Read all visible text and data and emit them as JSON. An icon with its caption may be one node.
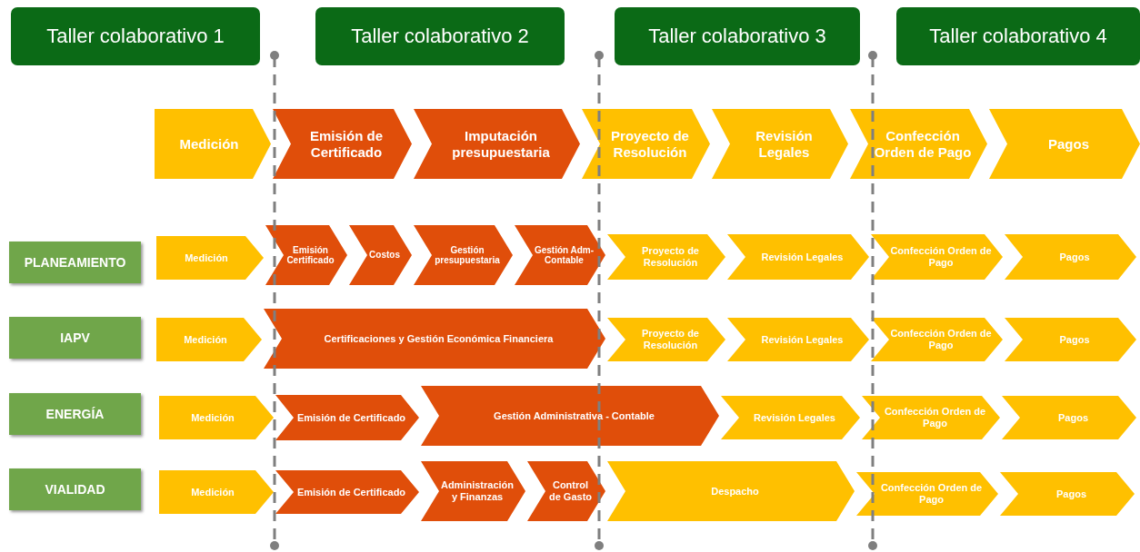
{
  "diagram": {
    "nodes": [
      {
        "text": [
          "Taller colaborativo 1"
        ]
      },
      {
        "text": [
          "Taller colaborativo 2"
        ]
      },
      {
        "text": [
          "Taller colaborativo 3"
        ]
      },
      {
        "text": [
          "Taller colaborativo 4"
        ]
      },
      {
        "text": [
          "Medición"
        ]
      },
      {
        "text": [
          "Emisión de Certificado"
        ]
      },
      {
        "text": [
          "Imputación presupuestaria"
        ]
      },
      {
        "text": [
          "Proyecto de Resolución"
        ]
      },
      {
        "text": [
          "Revisión Legales"
        ]
      },
      {
        "text": [
          "Confección Orden de Pago"
        ]
      },
      {
        "text": [
          "Pagos"
        ]
      },
      {
        "text": [
          "PLANEAMIENTO"
        ]
      },
      {
        "text": [
          "Medición"
        ]
      },
      {
        "text": [
          "Emisión Certificado"
        ]
      },
      {
        "text": [
          "Costos"
        ]
      },
      {
        "text": [
          "Gestión presupuestaria"
        ]
      },
      {
        "text": [
          "Gestión Adm-Contable"
        ]
      },
      {
        "text": [
          "Proyecto de Resolución"
        ]
      },
      {
        "text": [
          "Revisión Legales"
        ]
      },
      {
        "text": [
          "Confección Orden de Pago"
        ]
      },
      {
        "text": [
          "Pagos"
        ]
      },
      {
        "text": [
          "IAPV"
        ]
      },
      {
        "text": [
          "Medición"
        ]
      },
      {
        "text": [
          "Certificaciones y Gestión Económica Financiera"
        ]
      },
      {
        "text": [
          "Proyecto de Resolución"
        ]
      },
      {
        "text": [
          "Revisión Legales"
        ]
      },
      {
        "text": [
          "Confección Orden de Pago"
        ]
      },
      {
        "text": [
          "Pagos"
        ]
      },
      {
        "text": [
          "ENERGÍA"
        ]
      },
      {
        "text": [
          "Medición"
        ]
      },
      {
        "text": [
          "Emisión de Certificado"
        ]
      },
      {
        "text": [
          "Gestión Administrativa - Contable"
        ]
      },
      {
        "text": [
          "Revisión Legales"
        ]
      },
      {
        "text": [
          "Confección Orden de Pago"
        ]
      },
      {
        "text": [
          "Pagos"
        ]
      },
      {
        "text": [
          "VIALIDAD"
        ]
      },
      {
        "text": [
          "Medición"
        ]
      },
      {
        "text": [
          "Emisión de Certificado"
        ]
      },
      {
        "text": [
          "Administración y Finanzas"
        ]
      },
      {
        "text": [
          "Control de Gasto"
        ]
      },
      {
        "text": [
          "Despacho"
        ]
      },
      {
        "text": [
          "Confección Orden de Pago"
        ]
      },
      {
        "text": [
          "Pagos"
        ]
      }
    ]
  }
}
